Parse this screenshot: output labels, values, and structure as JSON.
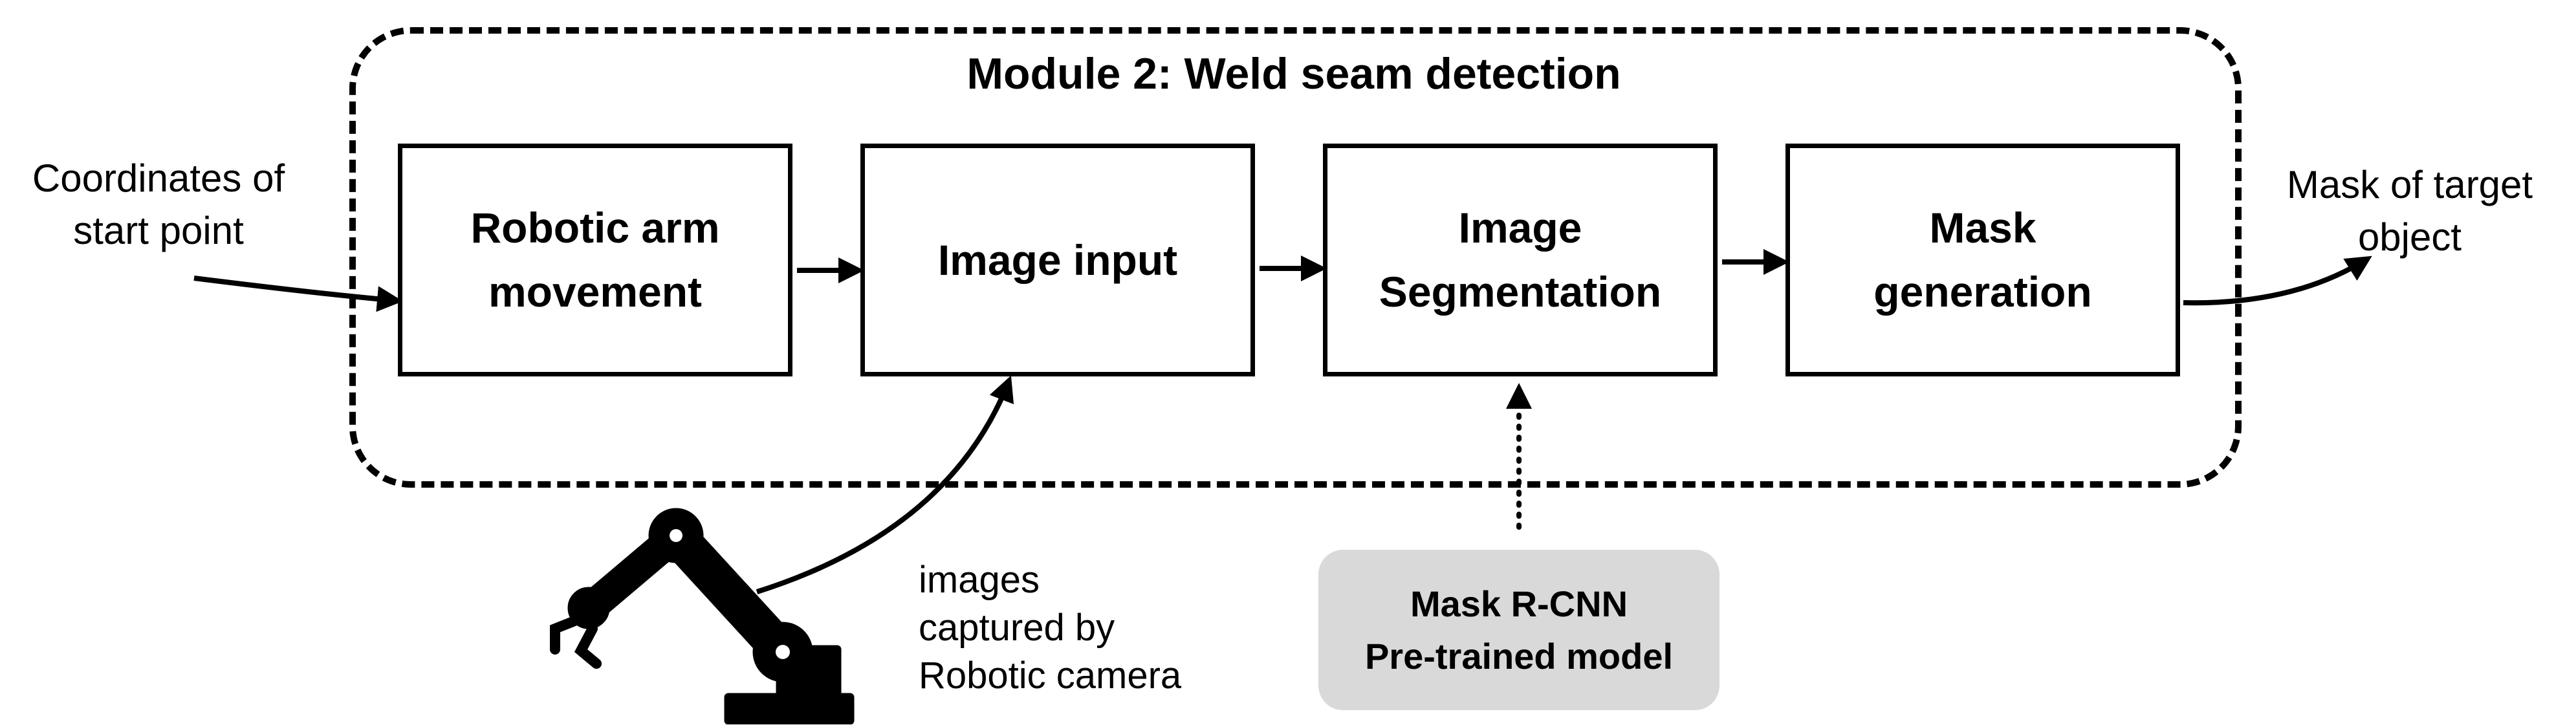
{
  "module": {
    "title": "Module 2: Weld seam detection"
  },
  "input_label": "Coordinates of\nstart point",
  "output_label": "Mask of target\nobject",
  "blocks": [
    {
      "label": "Robotic arm\nmovement"
    },
    {
      "label": "Image input"
    },
    {
      "label": "Image\nSegmentation"
    },
    {
      "label": "Mask\ngeneration"
    }
  ],
  "camera_caption": "images\ncaptured by\nRobotic camera",
  "model_box": {
    "label": "Mask R-CNN\nPre-trained model",
    "color": "#d9d9d9"
  },
  "icons": {
    "robot": "robotic-arm-icon"
  }
}
